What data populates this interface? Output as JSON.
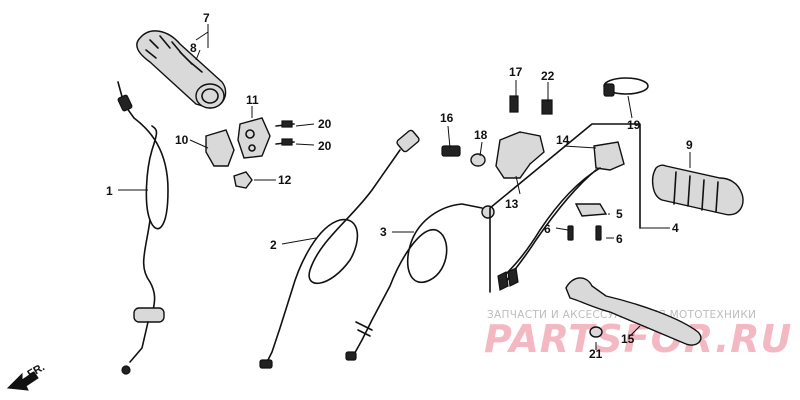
{
  "callouts": {
    "c1": "1",
    "c2": "2",
    "c3": "3",
    "c4": "4",
    "c5": "5",
    "c6a": "6",
    "c6b": "6",
    "c7": "7",
    "c8": "8",
    "c9": "9",
    "c10": "10",
    "c11": "11",
    "c12": "12",
    "c13": "13",
    "c14": "14",
    "c15": "15",
    "c16": "16",
    "c17": "17",
    "c18": "18",
    "c19": "19",
    "c20a": "20",
    "c20b": "20",
    "c21": "21",
    "c22": "22"
  },
  "direction_label": "FR.",
  "watermark": {
    "tagline": "ЗАПЧАСТИ И АКСЕССУАРЫ ДЛЯ МОТОТЕХНИКИ",
    "brand": "PARTSFOR.RU"
  }
}
